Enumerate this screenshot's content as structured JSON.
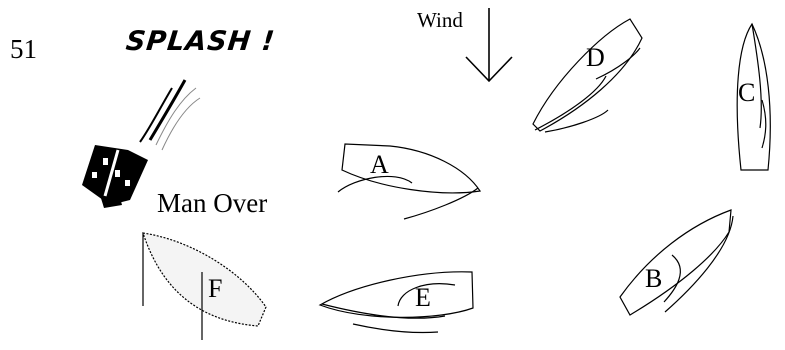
{
  "figure_number": "51",
  "title": "SPLASH !",
  "wind": {
    "label": "Wind",
    "direction": "down",
    "icon": "down-arrow-icon"
  },
  "man_over_label": "Man Over",
  "boats": [
    {
      "id": "A",
      "label": "A"
    },
    {
      "id": "B",
      "label": "B"
    },
    {
      "id": "C",
      "label": "C"
    },
    {
      "id": "D",
      "label": "D"
    },
    {
      "id": "E",
      "label": "E"
    },
    {
      "id": "F",
      "label": "F"
    }
  ],
  "icons": [
    "down-arrow-icon",
    "splash-person-icon"
  ],
  "colors": {
    "ink": "#000000",
    "background": "#ffffff"
  }
}
